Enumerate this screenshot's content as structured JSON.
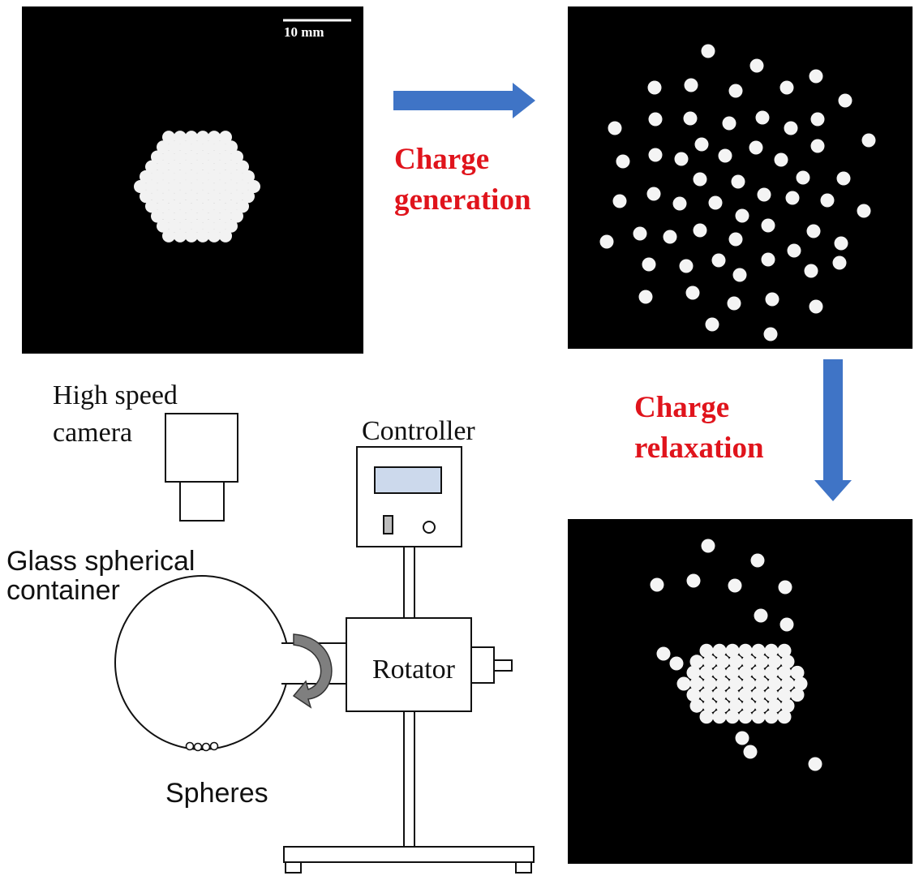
{
  "scale_bar": {
    "label": "10 mm"
  },
  "arrows": {
    "generation": {
      "line1": "Charge",
      "line2": "generation",
      "color": "#e0141c",
      "arrow_color": "#3f74c6"
    },
    "relaxation": {
      "line1": "Charge",
      "line2": "relaxation",
      "color": "#e0141c",
      "arrow_color": "#3f74c6"
    }
  },
  "apparatus": {
    "camera": {
      "line1": "High speed",
      "line2": "camera"
    },
    "controller": "Controller",
    "container": {
      "line1": "Glass spherical",
      "line2": "container"
    },
    "rotator": "Rotator",
    "spheres": "Spheres"
  },
  "panels": {
    "initial": {
      "state": "clustered"
    },
    "charged": {
      "state": "dispersed"
    },
    "relaxed": {
      "state": "partially re-clustered"
    }
  }
}
